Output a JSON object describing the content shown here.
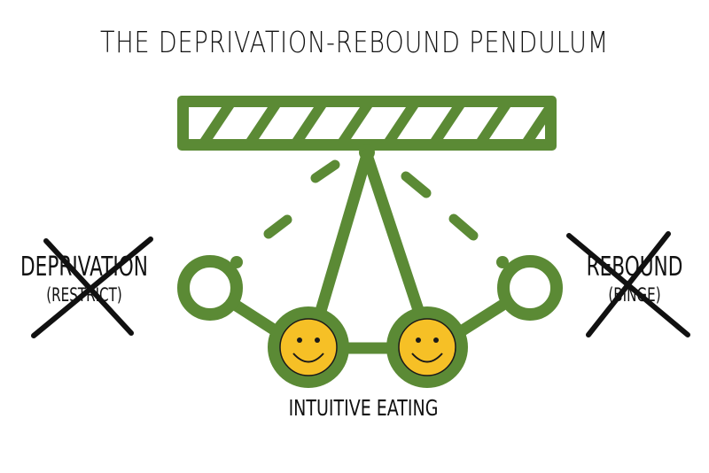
{
  "title": "THE DEPRIVATION-REBOUND PENDULUM",
  "left_state": {
    "label": "DEPRIVATION",
    "sublabel": "(RESTRICT)",
    "crossed_out": true
  },
  "right_state": {
    "label": "REBOUND",
    "sublabel": "(BINGE)",
    "crossed_out": true
  },
  "center_state": {
    "label": "INTUITIVE EATING",
    "icon": "smiley-face-icon",
    "count": 2
  },
  "colors": {
    "pendulum_green": "#5b8a35",
    "smiley_yellow": "#f6c026",
    "text": "#111111",
    "cross": "#111111"
  }
}
